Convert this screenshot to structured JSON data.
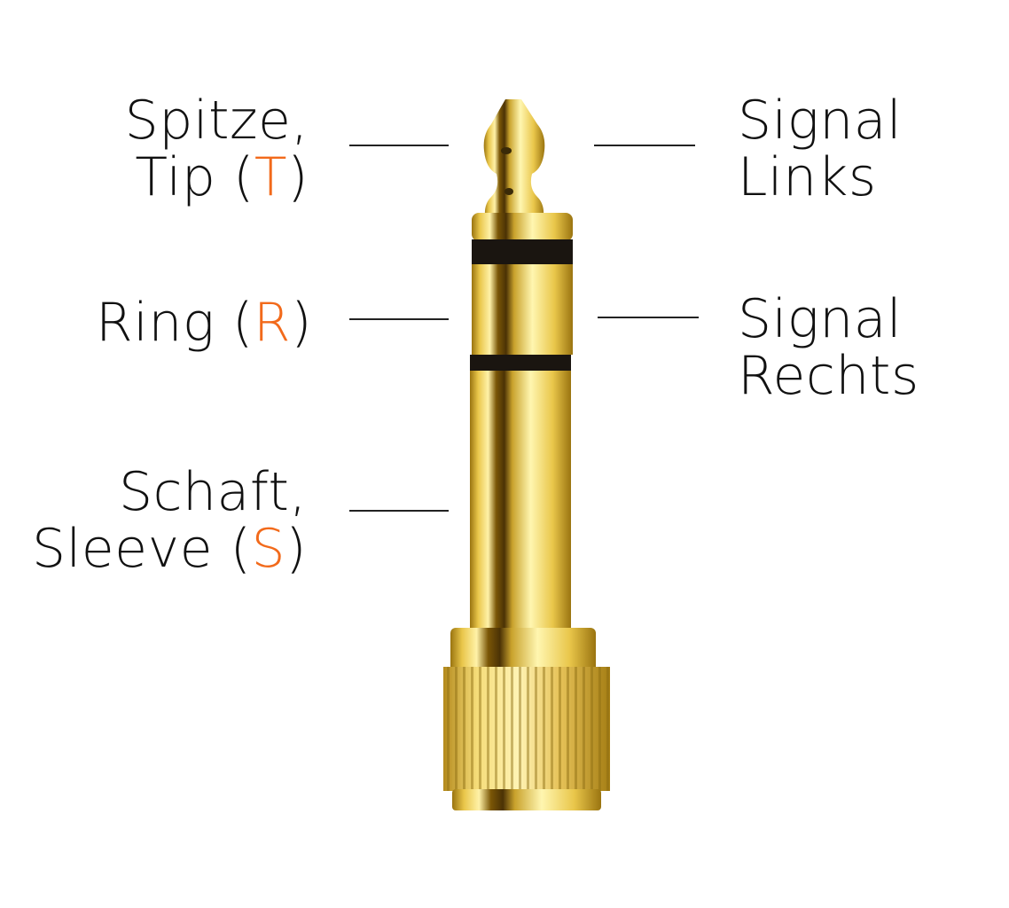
{
  "diagram": {
    "subject": "6.35mm TRS stereo jack plug (gold-plated adapter)",
    "accent_color": "#f26a1b",
    "left_labels": [
      {
        "line1": "Spitze,",
        "line2_prefix": "Tip (",
        "letter": "T",
        "line2_suffix": ")"
      },
      {
        "line1": "",
        "line2_prefix": "Ring (",
        "letter": "R",
        "line2_suffix": ")"
      },
      {
        "line1": "Schaft,",
        "line2_prefix": "Sleeve (",
        "letter": "S",
        "line2_suffix": ")"
      }
    ],
    "right_labels": [
      {
        "line1": "Signal",
        "line2": "Links"
      },
      {
        "line1": "Signal",
        "line2": "Rechts"
      }
    ]
  }
}
